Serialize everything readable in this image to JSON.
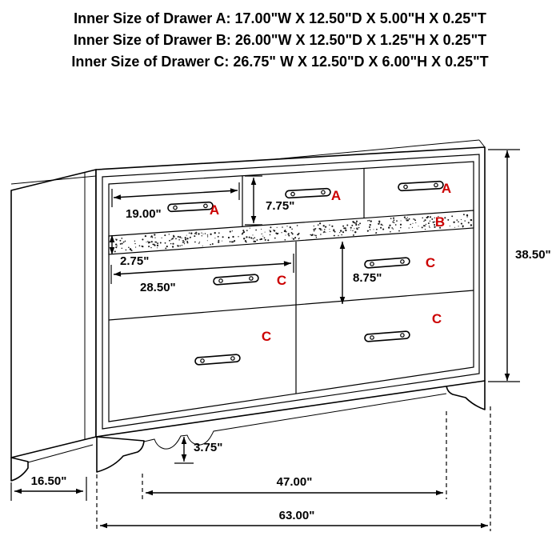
{
  "header": {
    "lines": [
      "Inner Size of Drawer A: 17.00\"W X 12.50\"D X 5.00\"H X 0.25\"T",
      "Inner Size of Drawer B: 26.00\"W X 12.50\"D X 1.25\"H X 0.25\"T",
      "Inner Size of Drawer C: 26.75\" W X 12.50\"D X 6.00\"H X 0.25\"T"
    ]
  },
  "drawer_labels": {
    "top_left": "A",
    "top_middle": "A",
    "top_right": "A",
    "jewelry": "B",
    "right_upper": "C",
    "left_upper": "C",
    "right_lower": "C",
    "left_lower": "C"
  },
  "dimensions": {
    "drawer_a_width": "19.00\"",
    "drawer_a_height": "7.75\"",
    "jewelry_height": "2.75\"",
    "drawer_c_width": "28.50\"",
    "drawer_c_height": "8.75\"",
    "overall_height": "38.50\"",
    "foot_height": "3.75\"",
    "depth": "16.50\"",
    "foot_span": "47.00\"",
    "overall_width": "63.00\""
  },
  "colors": {
    "drawer_label": "#cc0000",
    "line": "#000000",
    "dimension_text": "#000000"
  }
}
